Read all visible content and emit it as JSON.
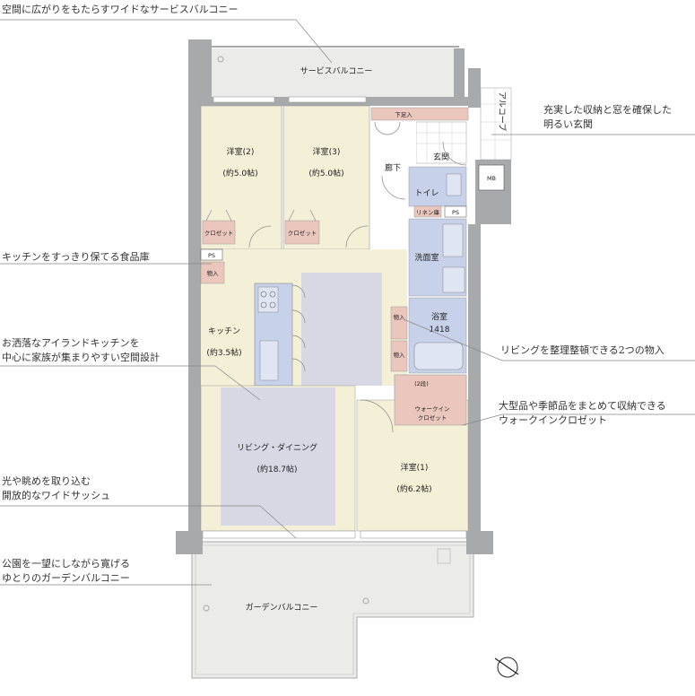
{
  "annotations": {
    "service_balcony_note": "空間に広がりをもたらすワイドなサービスバルコニー",
    "entrance_note_1": "充実した収納と窓を確保した",
    "entrance_note_2": "明るい玄関",
    "pantry_note": "キッチンをすっきり保てる食品庫",
    "kitchen_note_1": "お洒落なアイランドキッチンを",
    "kitchen_note_2": "中心に家族が集まりやすい空間設計",
    "storage_note": "リビングを整理整頓できる2つの物入",
    "wic_note_1": "大型品や季節品をまとめて収納できる",
    "wic_note_2": "ウォークインクロゼット",
    "sash_note_1": "光や眺めを取り込む",
    "sash_note_2": "開放的なワイドサッシュ",
    "garden_note_1": "公園を一望にしながら寛げる",
    "garden_note_2": "ゆとりのガーデンバルコニー"
  },
  "rooms": {
    "service_balcony": "サービスバルコニー",
    "bedroom2_name": "洋室(2)",
    "bedroom2_size": "(約5.0帖)",
    "bedroom3_name": "洋室(3)",
    "bedroom3_size": "(約5.0帖)",
    "closet_a": "クロゼット",
    "closet_b": "クロゼット",
    "shoe_storage": "下足入",
    "alcove": "アルコーブ",
    "corridor": "廊下",
    "entrance": "玄関",
    "mb": "MB",
    "toilet": "トイレ",
    "linen": "リネン庫",
    "ps_a": "PS",
    "ps_b": "PS",
    "pantry": "物入",
    "washroom": "洗面室",
    "bathroom_name": "浴室",
    "bathroom_size": "1418",
    "storage_a": "物入",
    "storage_b": "物入",
    "kitchen_name": "キッチン",
    "kitchen_size": "(約3.5帖)",
    "wic_shelf": "(2段)",
    "wic_name_1": "ウォークイン",
    "wic_name_2": "クロゼット",
    "living_name": "リビング・ダイニング",
    "living_size": "(約18.7帖)",
    "bedroom1_name": "洋室(1)",
    "bedroom1_size": "(約6.2帖)",
    "garden_balcony": "ガーデンバルコニー"
  },
  "colors": {
    "wall": "#a7a9ab",
    "floor_cream": "#f4f0d8",
    "wet_area_blue": "#c7d1ea",
    "living_gray": "#d8d7e4",
    "storage_pink": "#ebc6bd",
    "balcony_gray": "#ebebe7",
    "line": "#888888"
  }
}
